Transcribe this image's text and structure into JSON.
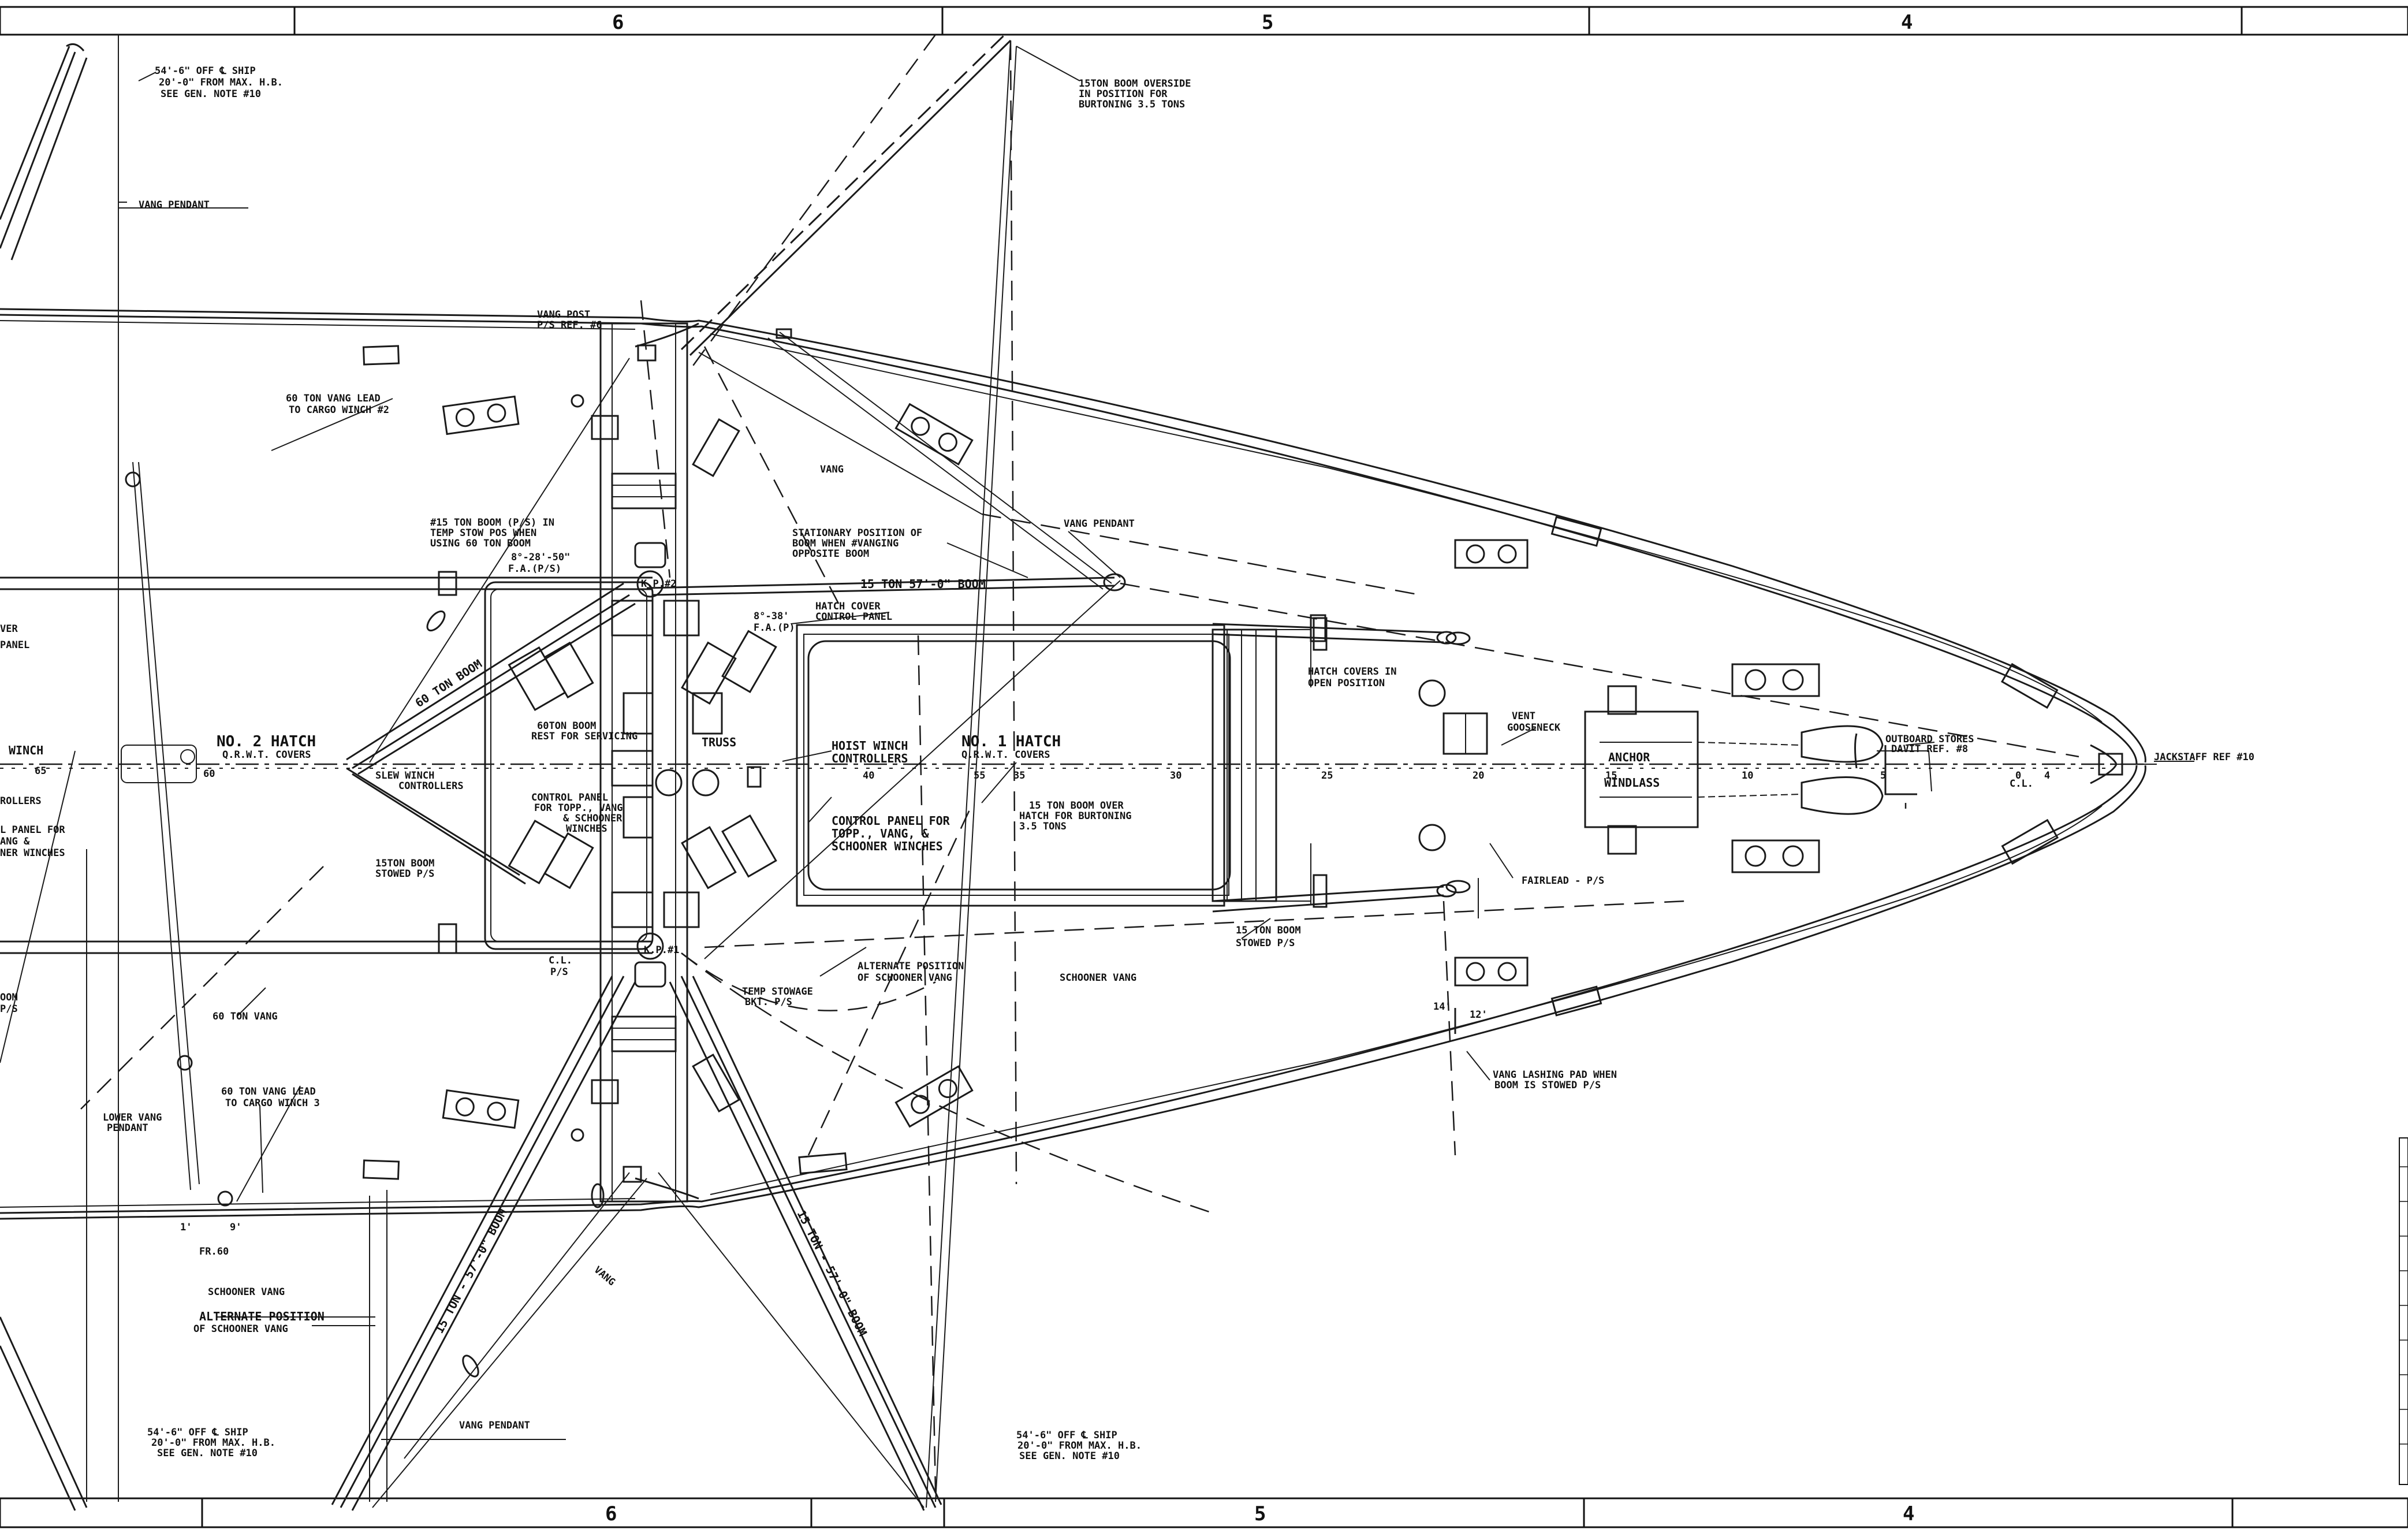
{
  "frame": {
    "zones_top": [
      "6",
      "5",
      "4"
    ],
    "zones_bottom": [
      "6",
      "5",
      "4"
    ]
  },
  "centerline_frames": [
    "60",
    "55",
    "40",
    "35",
    "30",
    "25",
    "20",
    "15",
    "10",
    "5",
    "4",
    "0",
    "C.L.",
    "65"
  ],
  "labels": {
    "boom_pos_top": [
      "54'-6\" OFF ℄ SHIP",
      "20'-0\" FROM MAX. H.B.",
      "SEE GEN. NOTE #10"
    ],
    "vang_pendant_left": "VANG PENDANT",
    "boom_overside": [
      "15TON BOOM OVERSIDE",
      "IN POSITION FOR",
      "BURTONING 3.5 TONS"
    ],
    "vang_post": [
      "VANG POST",
      "P/S REF. #6"
    ],
    "vang_lead_top": [
      "60 TON VANG LEAD",
      "TO CARGO WINCH #2"
    ],
    "vang_upper": "VANG",
    "vang_pendant_upper": "VANG PENDANT",
    "stationary": [
      "STATIONARY POSITION OF",
      "BOOM WHEN #VANGING",
      "OPPOSITE BOOM"
    ],
    "boom_57_top": "15 TON  57'-0\" BOOM",
    "boom_in_temp": [
      "#15 TON BOOM (P/S) IN",
      "TEMP STOW POS WHEN",
      "USING 60 TON BOOM"
    ],
    "angle_top": "8°-28'-50\"",
    "fa_top": "F.A.(P/S)",
    "hatch_cover_cp": [
      "HATCH COVER",
      "CONTROL PANEL"
    ],
    "angle_mid": "8°-38'",
    "fa_mid": "F.A.(P)",
    "boom_rest": [
      "60TON BOOM",
      "REST FOR SERVICING"
    ],
    "boom_60_ton": "60 TON BOOM",
    "no2_hatch": [
      "NO. 2 HATCH",
      "Q.R.W.T. COVERS"
    ],
    "truss": "TRUSS",
    "hoist_winch_ctrl": [
      "HOIST WINCH",
      "CONTROLLERS"
    ],
    "no1_hatch": [
      "NO. 1 HATCH",
      "Q.R.W.T. COVERS"
    ],
    "slew_winch_ctrl": [
      "SLEW WINCH",
      "CONTROLLERS"
    ],
    "control_panel_small": [
      "CONTROL PANEL",
      "FOR TOPP., VANG",
      "& SCHOONER",
      "WINCHES"
    ],
    "control_panel_main": [
      "CONTROL PANEL FOR",
      "TOPP., VANG, &",
      "SCHOONER WINCHES"
    ],
    "boom_over_hatch": [
      "15 TON BOOM OVER",
      "HATCH FOR BURTONING",
      "3.5 TONS"
    ],
    "boom_stowed_left": [
      "15TON BOOM",
      "STOWED P/S"
    ],
    "hatch_covers_open": [
      "HATCH COVERS IN",
      "OPEN POSITION"
    ],
    "vent_gooseneck": [
      "VENT",
      "GOOSENECK"
    ],
    "anchor_windlass": [
      "ANCHOR",
      "WINDLASS"
    ],
    "outboard_stores": [
      "OUTBOARD STORES",
      "DAVIT REF. #8"
    ],
    "jackstaff": "JACKSTAFF REF #10",
    "fairlead": "FAIRLEAD - P/S",
    "boom_stowed_right": [
      "15 TON BOOM",
      "STOWED P/S"
    ],
    "temp_stowage": [
      "TEMP STOWAGE",
      "BKT. P/S"
    ],
    "alt_position_mid": [
      "ALTERNATE POSITION",
      "OF SCHOONER VANG"
    ],
    "schooner_vang_mid": "SCHOONER VANG",
    "vang_lashing": [
      "VANG LASHING PAD WHEN",
      "BOOM IS STOWED P/S"
    ],
    "vang_60_ton": "60 TON VANG",
    "vang_lead_bottom": [
      "60 TON VANG LEAD",
      "TO CARGO WINCH 3"
    ],
    "lower_vang": [
      "LOWER VANG",
      "PENDANT"
    ],
    "fr60": "FR.60",
    "schooner_vang_low": "SCHOONER VANG",
    "alt_position_low": [
      "ALTERNATE POSITION",
      "OF SCHOONER VANG"
    ],
    "vang_pendant_low": "VANG PENDANT",
    "boom_pos_bl": [
      "54'-6\" OFF ℄ SHIP",
      "20'-0\" FROM MAX. H.B.",
      "SEE GEN. NOTE #10"
    ],
    "boom_pos_bc": [
      "54'-6\" OFF ℄ SHIP",
      "20'-0\" FROM MAX. H.B.",
      "SEE GEN. NOTE #10"
    ],
    "boom_57_low_left": "15 TON - 57'-0\" BOOM",
    "boom_57_low_right": "15 TON - 57'-0\" BOOM",
    "vang_low": "VANG",
    "kp1": "K.P.#1",
    "kp2": "K.P.#2",
    "left_edge": [
      "VER",
      "PANEL",
      "WINCH",
      "ROLLERS",
      "L PANEL FOR",
      "ANG &",
      "NER WINCHES",
      "OOM",
      "P/S"
    ],
    "small_marks": [
      "9'",
      "1'",
      "12'",
      "14'",
      "C.L.",
      "P/S"
    ]
  }
}
